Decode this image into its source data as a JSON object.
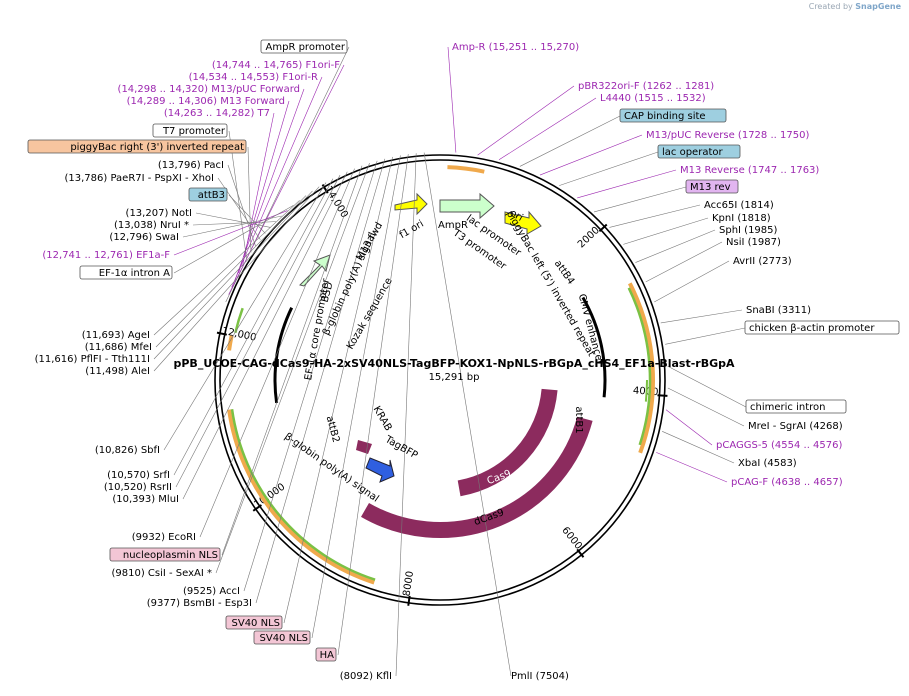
{
  "watermark": {
    "prefix": "Created by",
    "brand": "SnapGene"
  },
  "plasmid": {
    "name": "pPB_UCOE-CAG-dCas9-HA-2xSV40NLS-TagBFP-KOX1-NpNLS-rBGpA_cHS4_EF1a-Blast-rBGpA",
    "length": "15,291 bp"
  },
  "ticks": [
    "2000",
    "4000",
    "6000",
    "8000",
    "10,000",
    "12,000",
    "14,000"
  ],
  "left_labels": [
    {
      "name": "AmpR promoter",
      "style": "white"
    },
    {
      "name": "(14,744 .. 14,765)",
      "extra": "F1ori-F",
      "style": "primer"
    },
    {
      "name": "(14,534 .. 14,553)",
      "extra": "F1ori-R",
      "style": "primer"
    },
    {
      "name": "(14,298 .. 14,320)",
      "extra": "M13/pUC Forward",
      "style": "primer"
    },
    {
      "name": "(14,289 .. 14,306)",
      "extra": "M13 Forward",
      "style": "primer"
    },
    {
      "name": "(14,263 .. 14,282)",
      "extra": "T7",
      "style": "primer"
    },
    {
      "name": "T7 promoter",
      "style": "white"
    },
    {
      "name": "piggyBac right (3') inverted repeat",
      "style": "orange"
    },
    {
      "name": "(13,796)",
      "extra": "PacI",
      "style": "site"
    },
    {
      "name": "(13,786)",
      "extra": "PaeR7I  - PspXI  - XhoI",
      "style": "site"
    },
    {
      "name": "attB3",
      "style": "blue"
    },
    {
      "name": "(13,207)",
      "extra": "NotI",
      "style": "site"
    },
    {
      "name": "(13,038)",
      "extra": "NruI *",
      "style": "site"
    },
    {
      "name": "(12,796)",
      "extra": "SwaI",
      "style": "site"
    },
    {
      "name": "(12,741 .. 12,761)",
      "extra": "EF1a-F",
      "style": "primer"
    },
    {
      "name": "EF-1α intron A",
      "style": "white"
    },
    {
      "name": "(11,693)",
      "extra": "AgeI",
      "style": "site"
    },
    {
      "name": "(11,686)",
      "extra": "MfeI",
      "style": "site"
    },
    {
      "name": "(11,616)",
      "extra": "PflFI  - Tth111I",
      "style": "site"
    },
    {
      "name": "(11,498)",
      "extra": "AleI",
      "style": "site"
    },
    {
      "name": "(10,826)",
      "extra": "SbfI",
      "style": "site"
    },
    {
      "name": "(10,570)",
      "extra": "SrfI",
      "style": "site"
    },
    {
      "name": "(10,520)",
      "extra": "RsrII",
      "style": "site"
    },
    {
      "name": "(10,393)",
      "extra": "MluI",
      "style": "site"
    },
    {
      "name": "(9932)",
      "extra": "EcoRI",
      "style": "site"
    },
    {
      "name": "nucleoplasmin NLS",
      "style": "pink"
    },
    {
      "name": "(9810)",
      "extra": "CsiI  - SexAI *",
      "style": "site"
    },
    {
      "name": "(9525)",
      "extra": "AccI",
      "style": "site"
    },
    {
      "name": "(9377)",
      "extra": "BsmBI  - Esp3I",
      "style": "site"
    },
    {
      "name": "SV40 NLS",
      "style": "pink"
    },
    {
      "name": "SV40 NLS",
      "style": "pink"
    },
    {
      "name": "HA",
      "style": "pink"
    },
    {
      "name": "(8092)",
      "extra": "KflI",
      "style": "site"
    },
    {
      "name": "PmlI",
      "extra": "(7504)",
      "style": "site-r"
    }
  ],
  "right_labels": [
    {
      "name": "Amp-R",
      "extra": "(15,251 .. 15,270)",
      "style": "primer"
    },
    {
      "name": "pBR322ori-F",
      "extra": "(1262 .. 1281)",
      "style": "primer"
    },
    {
      "name": "L4440",
      "extra": "(1515 .. 1532)",
      "style": "primer"
    },
    {
      "name": "CAP binding site",
      "style": "blue"
    },
    {
      "name": "M13/pUC Reverse",
      "extra": "(1728 .. 1750)",
      "style": "primer"
    },
    {
      "name": "lac operator",
      "style": "blue"
    },
    {
      "name": "M13 Reverse",
      "extra": "(1747 .. 1763)",
      "style": "primer"
    },
    {
      "name": "M13 rev",
      "style": "purple"
    },
    {
      "name": "Acc65I",
      "extra": "(1814)",
      "style": "site"
    },
    {
      "name": "KpnI",
      "extra": "(1818)",
      "style": "site"
    },
    {
      "name": "SphI",
      "extra": "(1985)",
      "style": "site"
    },
    {
      "name": "NsiI",
      "extra": "(1987)",
      "style": "site"
    },
    {
      "name": "AvrII",
      "extra": "(2773)",
      "style": "site"
    },
    {
      "name": "SnaBI",
      "extra": "(3311)",
      "style": "site"
    },
    {
      "name": "chicken β-actin promoter",
      "style": "white"
    },
    {
      "name": "chimeric intron",
      "style": "white"
    },
    {
      "name": "MreI  - SgrAI",
      "extra": "(4268)",
      "style": "site"
    },
    {
      "name": "pCAGGS-5",
      "extra": "(4554 .. 4576)",
      "style": "primer"
    },
    {
      "name": "XbaI",
      "extra": "(4583)",
      "style": "site"
    },
    {
      "name": "pCAG-F",
      "extra": "(4638 .. 4657)",
      "style": "primer"
    }
  ],
  "inner_labels": [
    "M13 fwd",
    "f1 ori",
    "AmpR",
    "ori",
    "lac promoter",
    "T3 promoter",
    "attB4",
    "piggyBac left (5') inverted repeat",
    "CMV enhancer",
    "attB1",
    "BSD",
    "β-globin poly(A) signal",
    "EF-1α core promoter",
    "Kozak sequence",
    "KRAB",
    "TagBFP",
    "attB2",
    "β-globin poly(A) signal",
    "Cas9",
    "dCas9"
  ],
  "colors": {
    "primer": "#9c27b0",
    "site": "#000000",
    "bb": "#000000"
  }
}
